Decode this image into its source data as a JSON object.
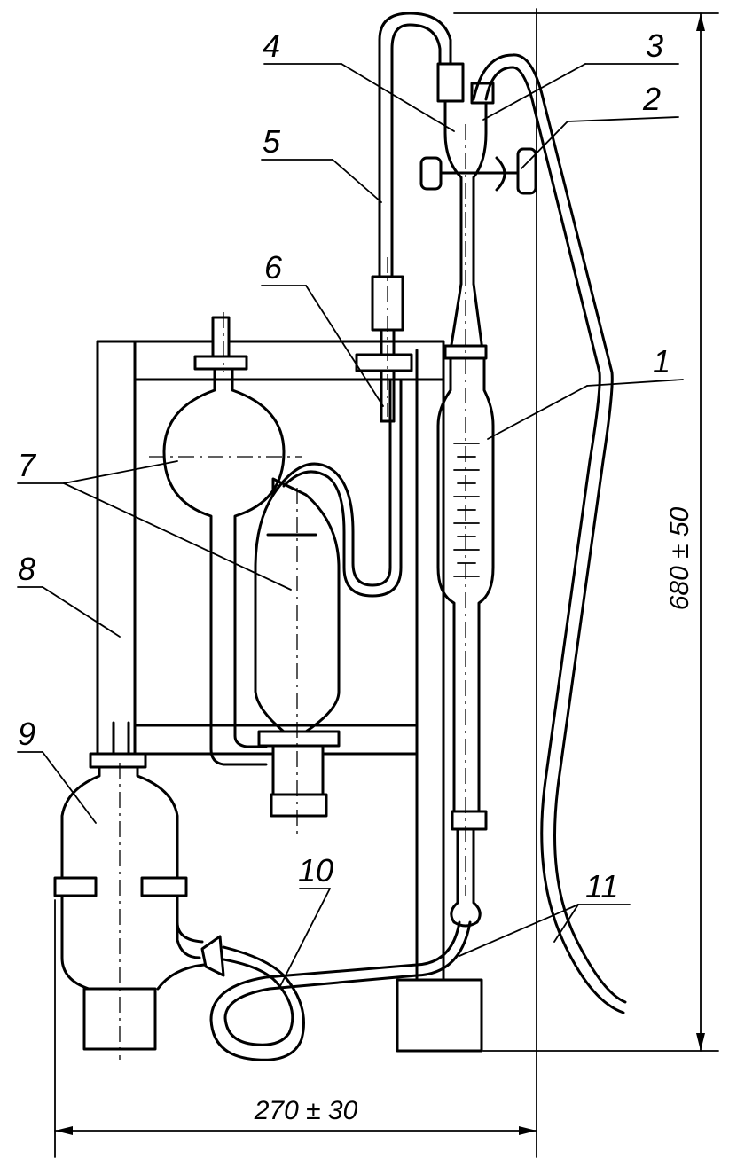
{
  "callouts": {
    "c1": "1",
    "c2": "2",
    "c3": "3",
    "c4": "4",
    "c5": "5",
    "c6": "6",
    "c7": "7",
    "c8": "8",
    "c9": "9",
    "c10": "10",
    "c11": "11"
  },
  "dimensions": {
    "height": "680 ± 50",
    "width": "270 ± 30"
  }
}
